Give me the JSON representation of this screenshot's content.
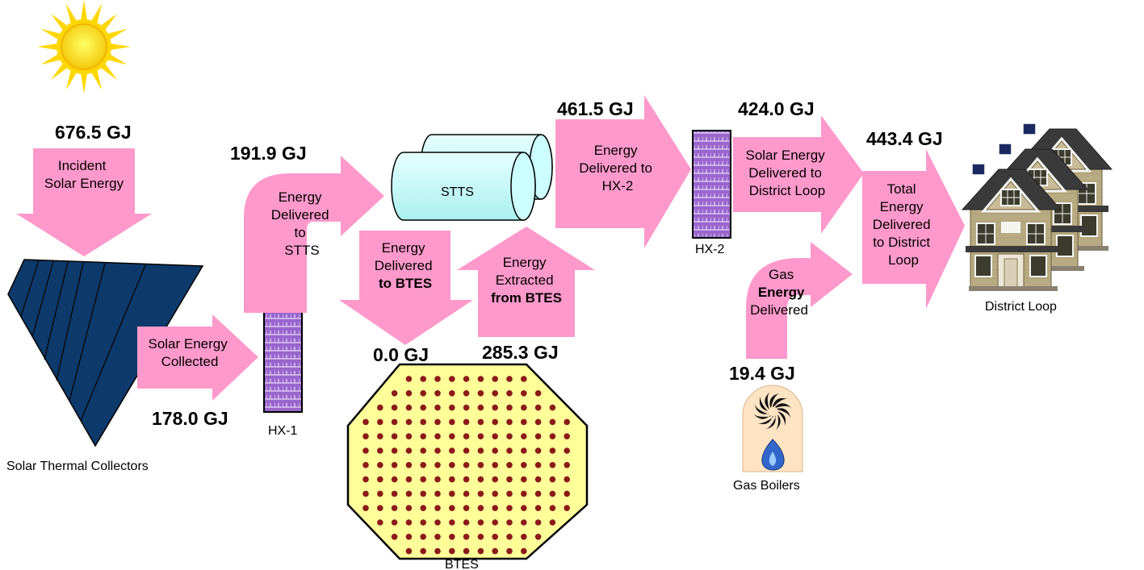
{
  "diagram": {
    "incident": {
      "value": "676.5 GJ",
      "lines": [
        "Incident",
        "Solar Energy"
      ]
    },
    "collected": {
      "value": "178.0 GJ",
      "lines": [
        "Solar Energy",
        "Collected"
      ]
    },
    "to_stts": {
      "value": "191.9 GJ",
      "lines": [
        "Energy",
        "Delivered",
        "to",
        "STTS"
      ]
    },
    "to_btes": {
      "value": "0.0 GJ",
      "line1": "Energy",
      "line2": "Delivered",
      "line3": "to BTES"
    },
    "from_btes": {
      "value": "285.3 GJ",
      "line1": "Energy",
      "line2": "Extracted",
      "line3": "from BTES"
    },
    "to_hx2": {
      "value": "461.5 GJ",
      "lines": [
        "Energy",
        "Delivered to",
        "HX-2"
      ]
    },
    "to_loop": {
      "value": "424.0 GJ",
      "lines": [
        "Solar Energy",
        "Delivered to",
        "District Loop"
      ]
    },
    "gas": {
      "value": "19.4 GJ",
      "line1": "Gas",
      "line2": "Energy",
      "line3": "Delivered"
    },
    "total": {
      "value": "443.4 GJ",
      "lines": [
        "Total",
        "Energy",
        "Delivered",
        "to District",
        "Loop"
      ]
    },
    "nodes": {
      "collectors": "Solar Thermal Collectors",
      "hx1": "HX-1",
      "stts": "STTS",
      "btes": "BTES",
      "hx2": "HX-2",
      "boilers": "Gas Boilers",
      "loop": "District Loop"
    },
    "colors": {
      "arrow": "#ff99cc",
      "panel": "#0d3a6b",
      "tank": "#ccffff",
      "hx": "#9966cc",
      "btes_fill": "#ffff99",
      "btes_dot": "#8b1a1a",
      "sun": "#ffd700",
      "flame": "#3366cc"
    }
  }
}
